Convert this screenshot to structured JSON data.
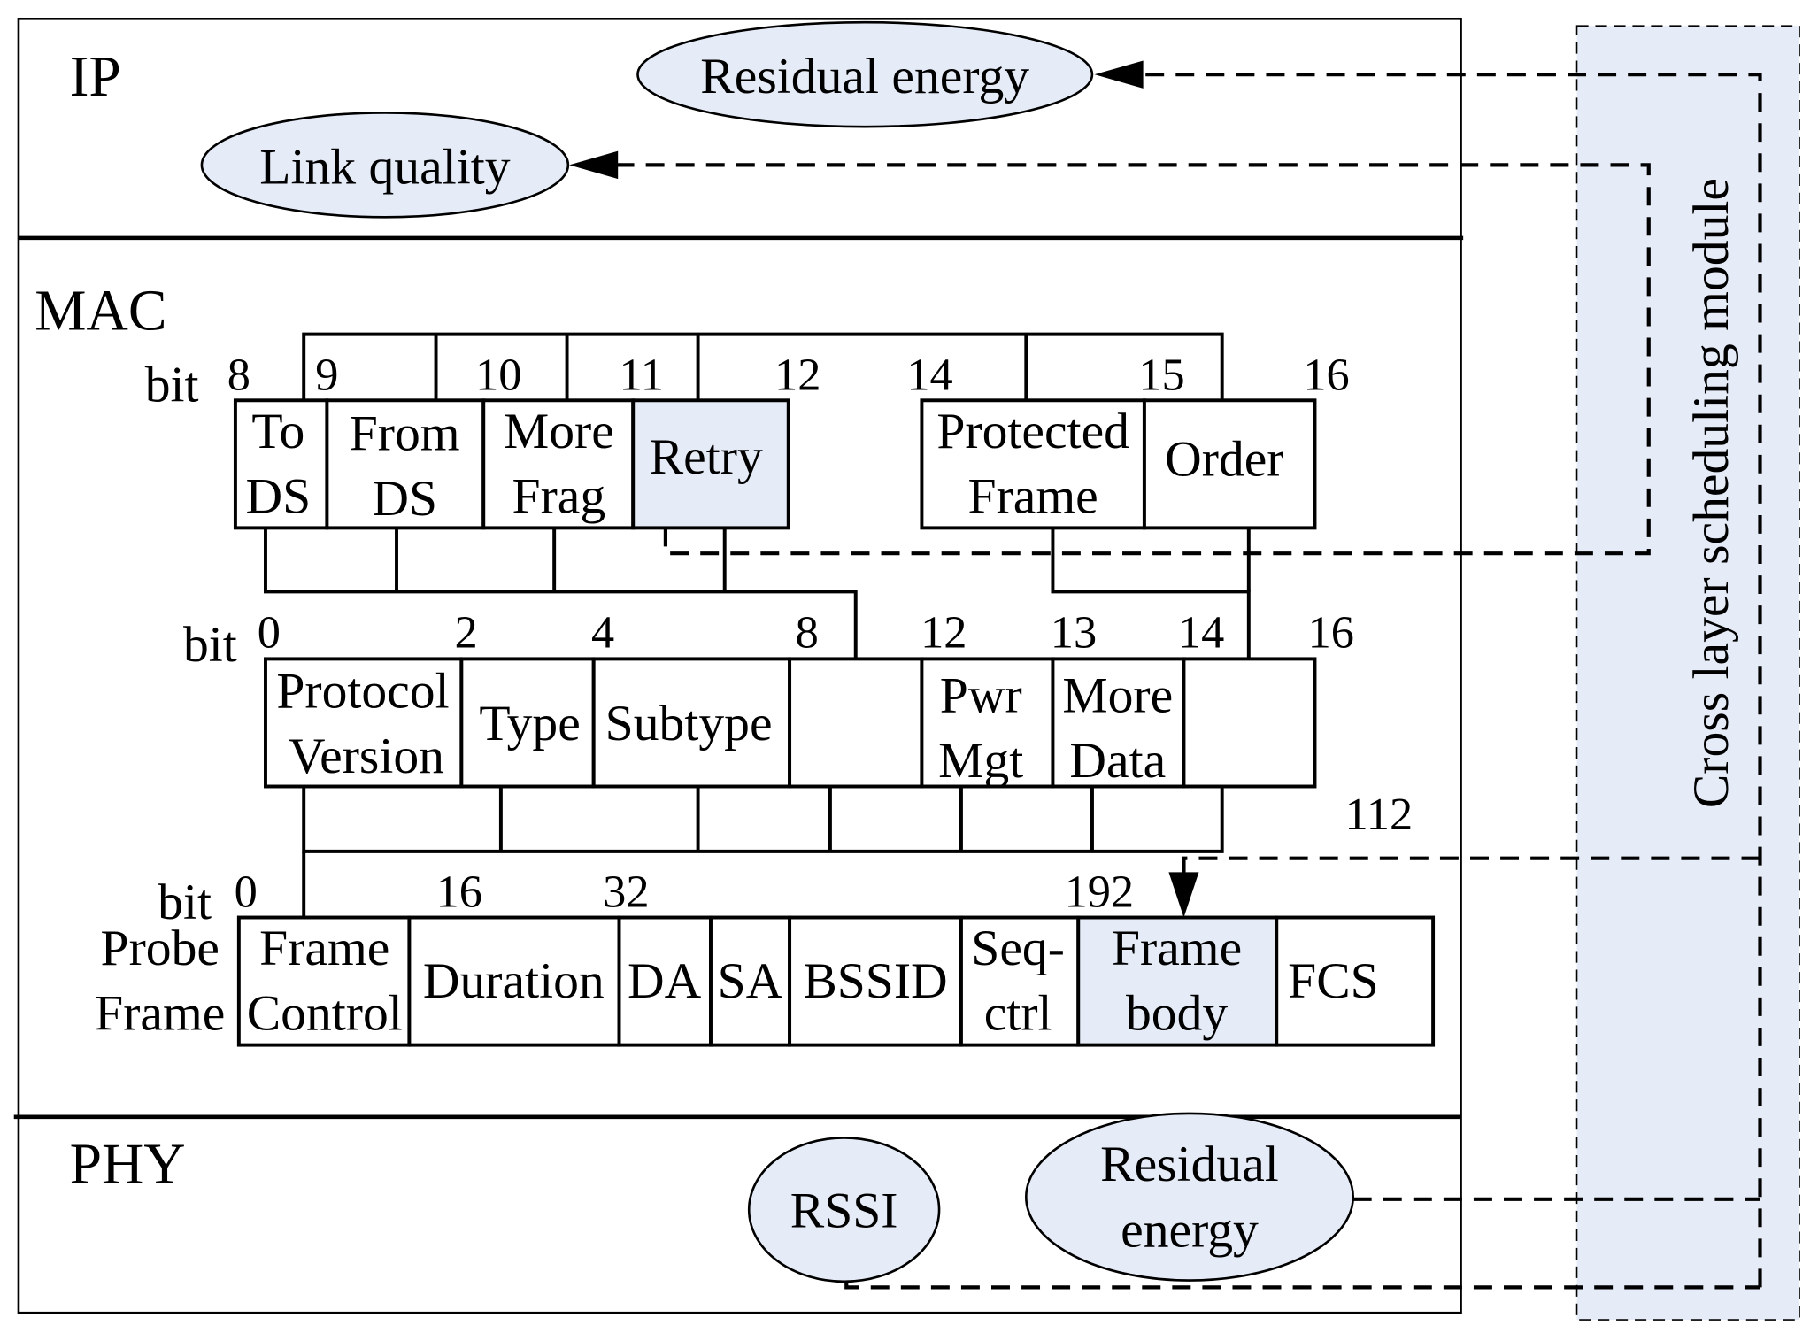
{
  "colors": {
    "highlight": "#e6ecf7",
    "line": "#000000",
    "background": "#ffffff"
  },
  "layers": {
    "ip": {
      "label": "IP",
      "nodes": {
        "residual_energy": "Residual energy",
        "link_quality": "Link quality"
      }
    },
    "mac": {
      "label": "MAC"
    },
    "phy": {
      "label": "PHY",
      "nodes": {
        "rssi": "RSSI",
        "residual_energy": [
          "Residual",
          "energy"
        ]
      }
    }
  },
  "module": {
    "label": "Cross layer scheduling module"
  },
  "bit_label": "bit",
  "flags_row": {
    "bit_ticks": [
      "8",
      "9",
      "10",
      "11",
      "12",
      "14",
      "15",
      "16"
    ],
    "fields": [
      {
        "lines": [
          "To",
          "DS"
        ],
        "highlight": false
      },
      {
        "lines": [
          "From",
          "DS"
        ],
        "highlight": false
      },
      {
        "lines": [
          "More",
          "Frag"
        ],
        "highlight": false
      },
      {
        "lines": [
          "Retry"
        ],
        "highlight": true
      },
      {
        "lines": [
          "Protected",
          "Frame"
        ],
        "highlight": false
      },
      {
        "lines": [
          "Order"
        ],
        "highlight": false
      }
    ]
  },
  "frame_control_row": {
    "bit_ticks": [
      "0",
      "2",
      "4",
      "8",
      "12",
      "13",
      "14",
      "16"
    ],
    "fields": [
      {
        "lines": [
          "Protocol",
          "Version"
        ]
      },
      {
        "lines": [
          "Type"
        ]
      },
      {
        "lines": [
          "Subtype"
        ]
      },
      {
        "lines": [
          ""
        ]
      },
      {
        "lines": [
          "Pwr",
          "Mgt"
        ]
      },
      {
        "lines": [
          "More",
          "Data"
        ]
      },
      {
        "lines": [
          ""
        ]
      }
    ],
    "extra_tick": "112"
  },
  "probe_frame_row": {
    "label": [
      "Probe",
      "Frame"
    ],
    "bit_ticks": [
      "0",
      "16",
      "32",
      "192"
    ],
    "fields": [
      {
        "lines": [
          "Frame",
          "Control"
        ],
        "highlight": false
      },
      {
        "lines": [
          "Duration"
        ],
        "highlight": false
      },
      {
        "lines": [
          "DA"
        ],
        "highlight": false
      },
      {
        "lines": [
          "SA"
        ],
        "highlight": false
      },
      {
        "lines": [
          "BSSID"
        ],
        "highlight": false
      },
      {
        "lines": [
          "Seq-",
          "ctrl"
        ],
        "highlight": false
      },
      {
        "lines": [
          "Frame",
          "body"
        ],
        "highlight": true
      },
      {
        "lines": [
          "FCS"
        ],
        "highlight": false
      }
    ]
  }
}
